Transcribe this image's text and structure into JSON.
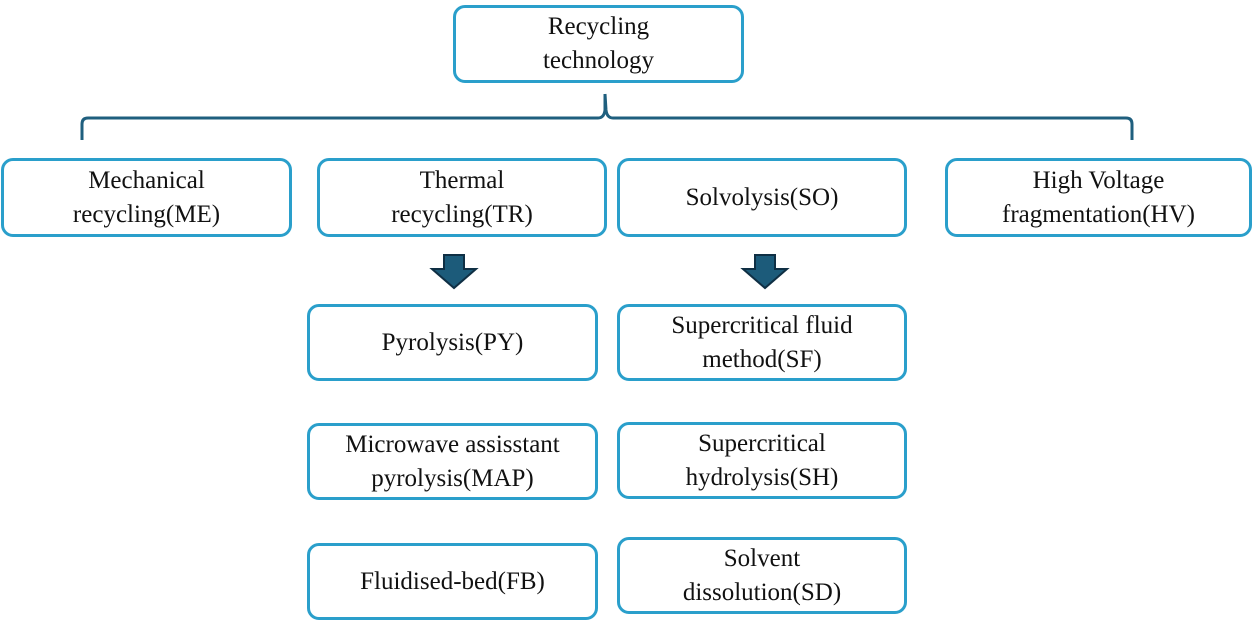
{
  "diagram": {
    "root": {
      "lines": [
        "Recycling",
        "technology"
      ]
    },
    "categories": [
      {
        "id": "ME",
        "lines": [
          "Mechanical",
          "recycling(ME)"
        ]
      },
      {
        "id": "TR",
        "lines": [
          "Thermal",
          "recycling(TR)"
        ]
      },
      {
        "id": "SO",
        "lines": [
          "Solvolysis(SO)"
        ]
      },
      {
        "id": "HV",
        "lines": [
          "High Voltage",
          "fragmentation(HV)"
        ]
      }
    ],
    "thermal_methods": [
      {
        "id": "PY",
        "lines": [
          "Pyrolysis(PY)"
        ]
      },
      {
        "id": "MAP",
        "lines": [
          "Microwave assisstant",
          "pyrolysis(MAP)"
        ]
      },
      {
        "id": "FB",
        "lines": [
          "Fluidised-bed(FB)"
        ]
      }
    ],
    "solvolysis_methods": [
      {
        "id": "SF",
        "lines": [
          "Supercritical fluid",
          "method(SF)"
        ]
      },
      {
        "id": "SH",
        "lines": [
          "Supercritical",
          "hydrolysis(SH)"
        ]
      },
      {
        "id": "SD",
        "lines": [
          "Solvent",
          "dissolution(SD)"
        ]
      }
    ],
    "edges": [
      {
        "from": "root",
        "to": [
          "ME",
          "TR",
          "SO",
          "HV"
        ],
        "style": "brace"
      },
      {
        "from": "TR",
        "to": [
          "PY",
          "MAP",
          "FB"
        ],
        "style": "arrow"
      },
      {
        "from": "SO",
        "to": [
          "SF",
          "SH",
          "SD"
        ],
        "style": "arrow"
      }
    ],
    "colors": {
      "box_border": "#2a9fcb",
      "connector": "#1f5f7e",
      "arrow_fill": "#1c5b7a",
      "arrow_stroke": "#0f2f44",
      "text": "#111111"
    }
  }
}
